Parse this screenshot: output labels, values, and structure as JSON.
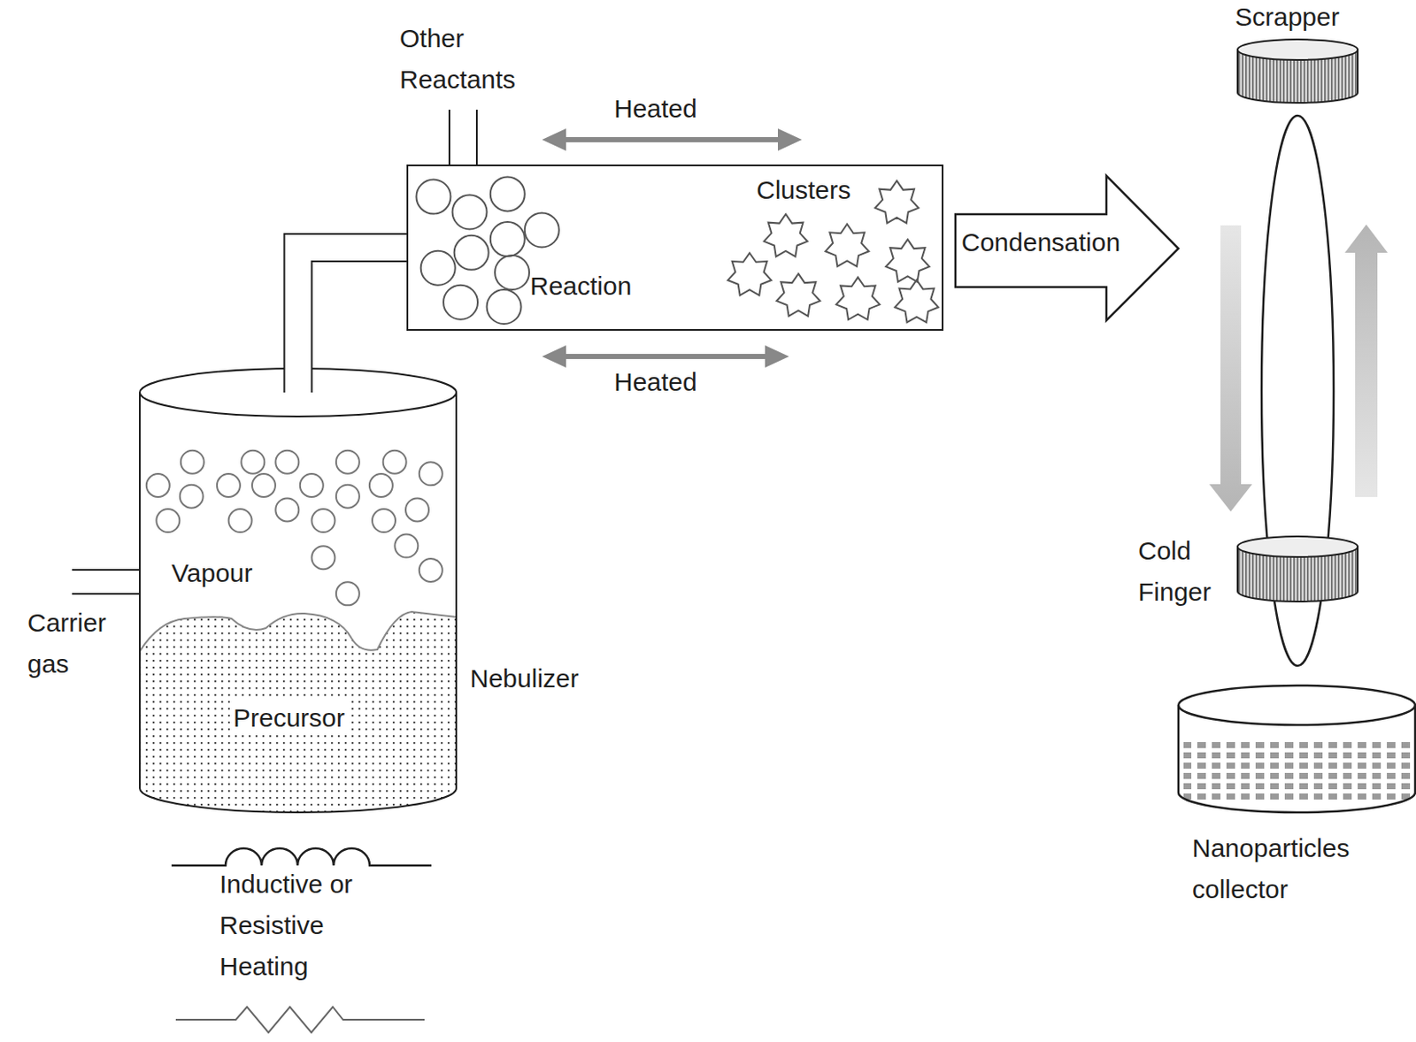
{
  "diagram": {
    "nodes": [
      {
        "text": [
          "Vapour",
          "Precursor",
          "Nebulizer"
        ]
      },
      {
        "text": [
          "Reaction",
          "Clusters"
        ]
      },
      {
        "text": [
          "Condensation"
        ]
      },
      {
        "text": [
          "Scrapper"
        ]
      },
      {
        "text": [
          "Cold Finger"
        ]
      },
      {
        "text": [
          "Nanoparticles collector"
        ]
      }
    ],
    "edges": [
      {
        "from": 0,
        "to": 1,
        "arrow": "none"
      }
    ],
    "labels": [
      "Other Reactants",
      "Heated",
      "Heated",
      "Carrier gas",
      "Inductive or Resistive Heating"
    ]
  }
}
